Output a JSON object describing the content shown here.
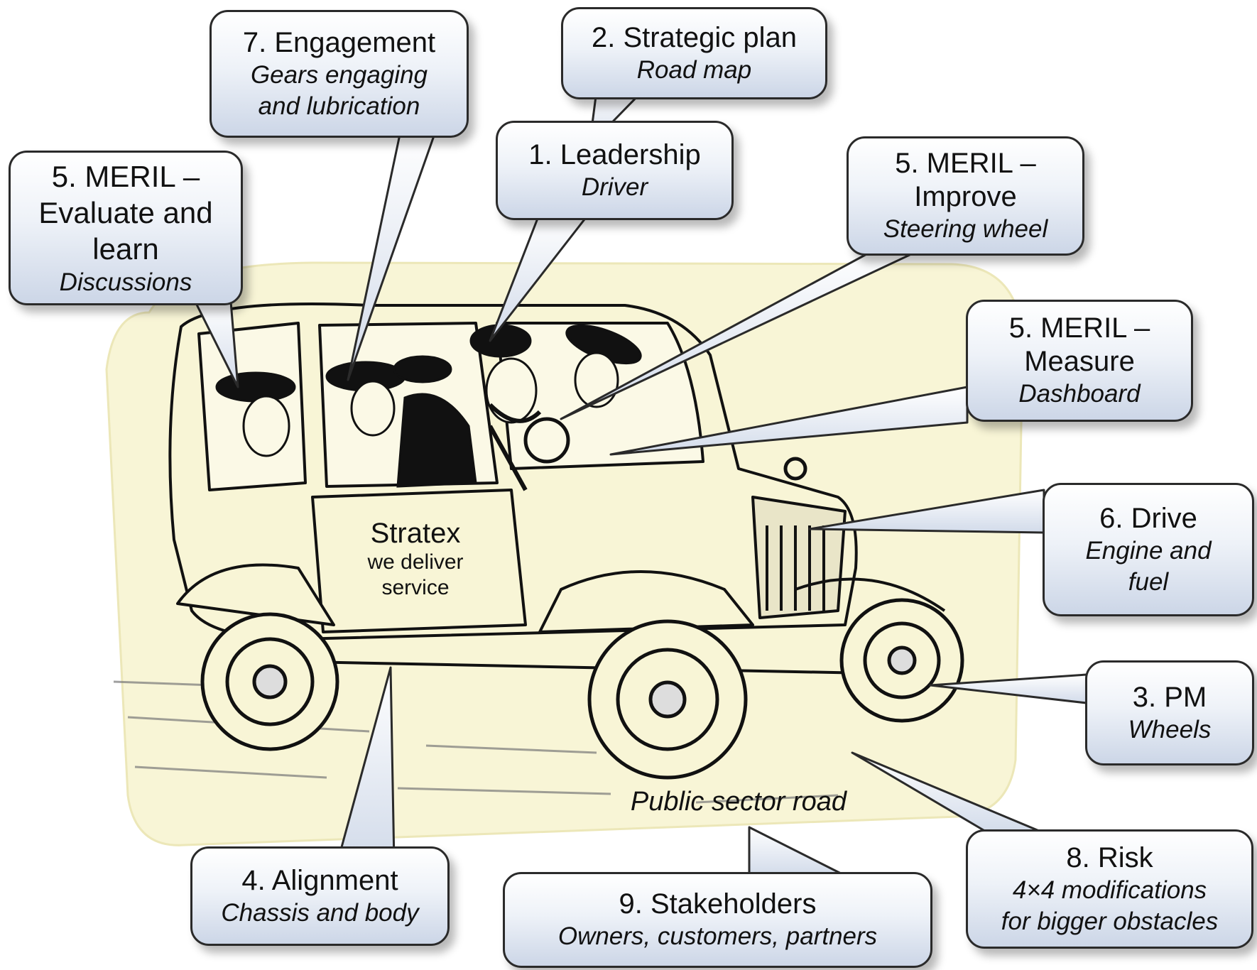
{
  "callouts": [
    {
      "id": "engagement",
      "title": "7. Engagement",
      "subtitle": "Gears engaging\nand lubrication"
    },
    {
      "id": "strategic_plan",
      "title": "2. Strategic plan",
      "subtitle": "Road map"
    },
    {
      "id": "leadership",
      "title": "1. Leadership",
      "subtitle": "Driver"
    },
    {
      "id": "evaluate",
      "title": "5. MERIL –\nEvaluate and\nlearn",
      "subtitle": "Discussions"
    },
    {
      "id": "improve",
      "title": "5. MERIL –\nImprove",
      "subtitle": "Steering wheel"
    },
    {
      "id": "measure",
      "title": "5. MERIL –\nMeasure",
      "subtitle": "Dashboard"
    },
    {
      "id": "drive",
      "title": "6. Drive",
      "subtitle": "Engine and\nfuel"
    },
    {
      "id": "pm",
      "title": "3. PM",
      "subtitle": "Wheels"
    },
    {
      "id": "alignment",
      "title": "4. Alignment",
      "subtitle": "Chassis and body"
    },
    {
      "id": "stakeholders",
      "title": "9. Stakeholders",
      "subtitle": "Owners, customers, partners"
    },
    {
      "id": "risk",
      "title": "8. Risk",
      "subtitle": "4×4 modifications\nfor bigger obstacles"
    }
  ],
  "door_text": {
    "name": "Stratex",
    "tagline": "we deliver\nservice"
  },
  "road_label": "Public sector road",
  "colors": {
    "background_card": "#f8f5d6",
    "callout_top": "#ffffff",
    "callout_bottom": "#ccd6e7",
    "ink": "#111111"
  }
}
